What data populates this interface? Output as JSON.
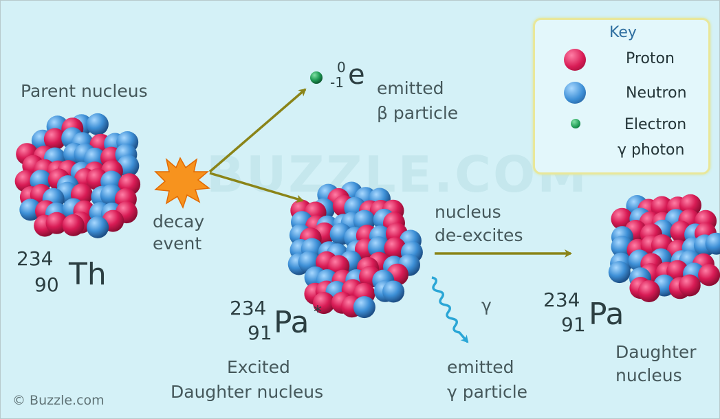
{
  "watermark": "BUZZLE.COM",
  "copyright": "© Buzzle.com",
  "labels": {
    "parent": "Parent nucleus",
    "decay_line1": "decay",
    "decay_line2": "event",
    "beta_line1": "emitted",
    "beta_line2": "β particle",
    "deexcite_line1": "nucleus",
    "deexcite_line2": "de-excites",
    "gamma_symbol": "γ",
    "gamma_emit_line1": "emitted",
    "gamma_emit_line2": "γ particle",
    "excited_line1": "Excited",
    "excited_line2": "Daughter nucleus",
    "daughter_line1": "Daughter",
    "daughter_line2": "nucleus"
  },
  "isotopes": {
    "parent": {
      "mass": "234",
      "atomic": "90",
      "symbol": "Th"
    },
    "excited": {
      "mass": "234",
      "atomic": "91",
      "symbol": "Pa",
      "star": "*"
    },
    "daughter": {
      "mass": "234",
      "atomic": "91",
      "symbol": "Pa"
    },
    "electron": {
      "mass": "0",
      "atomic": "-1",
      "symbol": "e"
    }
  },
  "key": {
    "title": "Key",
    "proton": "Proton",
    "neutron": "Neutron",
    "electron": "Electron",
    "photon": "γ photon"
  },
  "colors": {
    "proton": "#d81b55",
    "neutron": "#3d8fd6",
    "electron": "#1e9a54",
    "arrow": "#8a8418",
    "photon": "#2aa6d6",
    "burst": "#f7931e"
  }
}
